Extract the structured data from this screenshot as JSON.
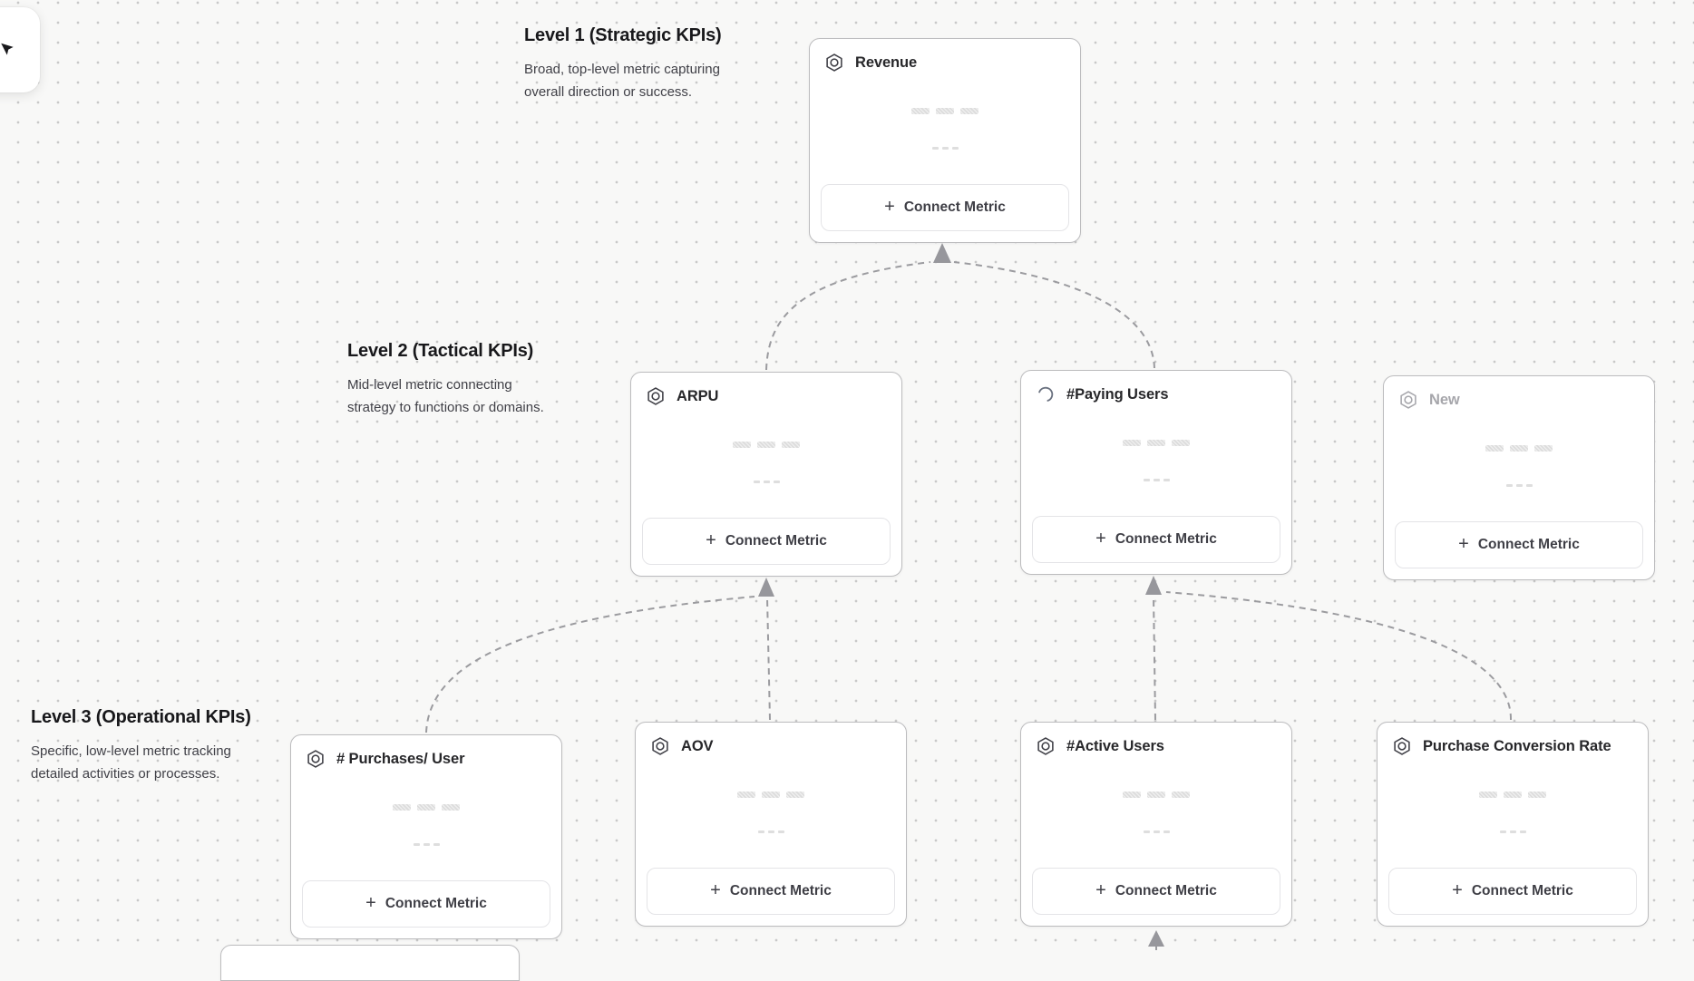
{
  "app": {
    "type": "metric-tree-canvas",
    "colors": {
      "canvas_background": "#f8f8f7",
      "grid_dot": "#c8c8c8",
      "edge_gray": "#9b9b9f",
      "card_border": "#bcbcbe",
      "title_text": "#27272a",
      "draft_text": "#a6a6ab"
    }
  },
  "toolbar": {
    "cursor_tool_icon": "cursor-pointer-icon"
  },
  "levels": [
    {
      "title": "Level 1 (Strategic KPIs)",
      "desc": [
        "Broad, top-level metric capturing",
        "overall direction or success."
      ]
    },
    {
      "title": "Level 2 (Tactical KPIs)",
      "desc": [
        "Mid-level metric connecting",
        "strategy to functions or domains."
      ]
    },
    {
      "title": "Level 3 (Operational KPIs)",
      "desc": [
        "Specific, low-level metric tracking",
        "detailed activities or processes."
      ]
    }
  ],
  "cards": [
    {
      "id": "revenue",
      "title": "Revenue",
      "level": 1,
      "icon": "metric-hexagon-icon",
      "state": "default"
    },
    {
      "id": "arpu",
      "title": "ARPU",
      "level": 2,
      "icon": "metric-hexagon-icon",
      "state": "default"
    },
    {
      "id": "paying-users",
      "title": "#Paying Users",
      "level": 2,
      "icon": "spinner-icon",
      "state": "loading"
    },
    {
      "id": "new",
      "title": "New",
      "level": 2,
      "icon": "metric-hexagon-icon",
      "state": "draft"
    },
    {
      "id": "purchases-per-user",
      "title": "# Purchases/ User",
      "level": 3,
      "icon": "metric-hexagon-icon",
      "state": "default"
    },
    {
      "id": "aov",
      "title": "AOV",
      "level": 3,
      "icon": "metric-hexagon-icon",
      "state": "default"
    },
    {
      "id": "active-users",
      "title": "#Active Users",
      "level": 3,
      "icon": "metric-hexagon-icon",
      "state": "default"
    },
    {
      "id": "purchase-conversion-rate",
      "title": "Purchase Conversion Rate",
      "level": 3,
      "icon": "metric-hexagon-icon",
      "state": "default"
    }
  ],
  "buttons": {
    "plus": "+",
    "connect_metric": "Connect Metric"
  },
  "edges": [
    {
      "from": "arpu",
      "to": "revenue"
    },
    {
      "from": "paying-users",
      "to": "revenue"
    },
    {
      "from": "purchases-per-user",
      "to": "arpu"
    },
    {
      "from": "aov",
      "to": "arpu"
    },
    {
      "from": "active-users",
      "to": "paying-users"
    },
    {
      "from": "purchase-conversion-rate",
      "to": "paying-users"
    },
    {
      "from": "offscreen-bottom",
      "to": "active-users"
    }
  ]
}
